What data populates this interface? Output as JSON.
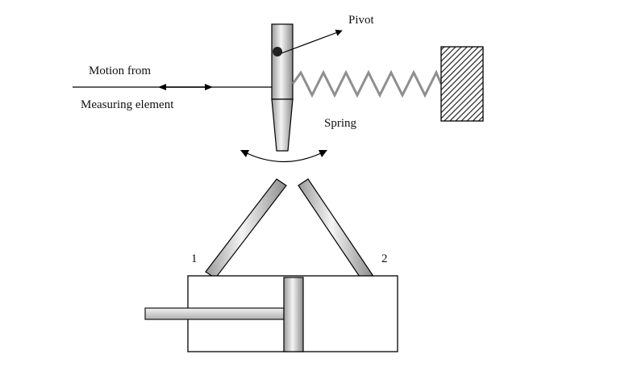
{
  "labels": {
    "pivot": "Pivot",
    "motion_from": "Motion from",
    "measuring_element": "Measuring element",
    "spring": "Spring",
    "nozzle_1": "1",
    "nozzle_2": "2"
  },
  "colors": {
    "stroke": "#000000",
    "spring": "#8f8f8f",
    "wall_fill": "#555555",
    "metal_light": "#f4f4f4",
    "metal_dark": "#8c8c8c",
    "background": "#ffffff"
  }
}
